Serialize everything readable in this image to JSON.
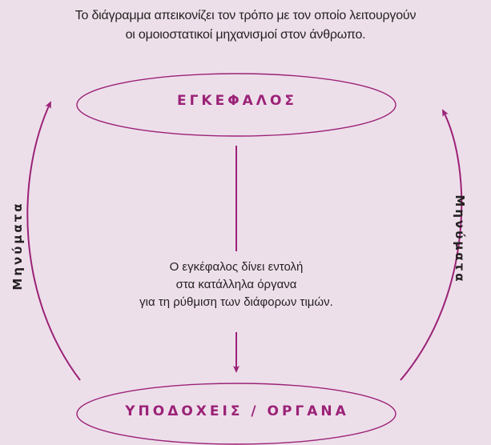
{
  "caption": {
    "line1": "Το διάγραμμα απεικονίζει τον τρόπο με τον οποίο λειτουργούν",
    "line2": "οι ομοιοστατικοί μηχανισμοί στον άνθρωπο."
  },
  "nodes": {
    "top": {
      "label": "ΕΓΚΕΦΑΛΟΣ"
    },
    "bottom": {
      "label": "ΥΠΟΔΟΧΕΙΣ / ΟΡΓΑΝΑ"
    }
  },
  "center_text": {
    "line1": "Ο εγκέφαλος δίνει εντολή",
    "line2": "στα κατάλληλα όργανα",
    "line3": "για τη ρύθμιση των διάφορων τιμών."
  },
  "side_labels": {
    "left": "Μηνύματα",
    "right": "Μηνύματα"
  },
  "colors": {
    "background": "#eddfea",
    "accent": "#9b2277",
    "text": "#231f20"
  }
}
